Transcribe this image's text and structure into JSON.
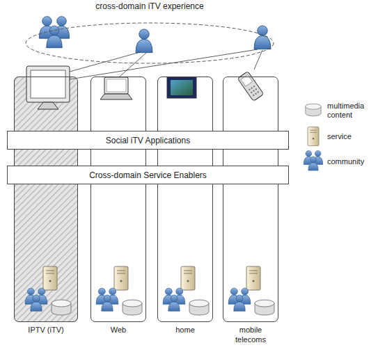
{
  "diagram": {
    "nodes": [
      {
        "text": [
          "cross-domain iTV experience"
        ]
      },
      {
        "text": [
          "Social iTV Applications"
        ]
      },
      {
        "text": [
          "Cross-domain Service Enablers"
        ]
      },
      {
        "text": [
          "IPTV (iTV)"
        ]
      },
      {
        "text": [
          "Web"
        ]
      },
      {
        "text": [
          "home"
        ]
      },
      {
        "text": [
          "mobile telecoms"
        ]
      }
    ],
    "legend": [
      {
        "text": "multimedia content"
      },
      {
        "text": "service"
      },
      {
        "text": "community"
      }
    ]
  }
}
